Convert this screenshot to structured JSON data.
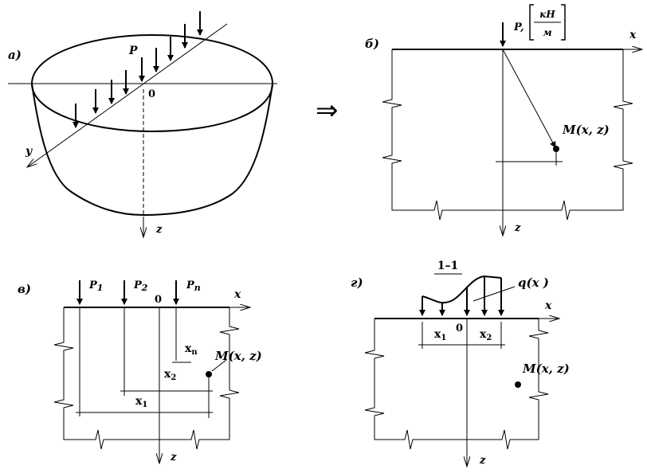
{
  "panel_a": {
    "label": "а)",
    "load": "P",
    "origin": "0",
    "axis_y": "y",
    "axis_z": "z"
  },
  "arrow_symbol": "⇒",
  "panel_b": {
    "label": "б)",
    "load_prefix": "P,",
    "unit_top": "кН",
    "unit_bottom": "м",
    "axis_x": "x",
    "axis_z": "z",
    "point": "M(x, z)"
  },
  "panel_v": {
    "label": "в)",
    "p1": "P",
    "p1_sub": "1",
    "p2": "P",
    "p2_sub": "2",
    "pn": "P",
    "pn_sub": "n",
    "origin": "0",
    "axis_x": "x",
    "axis_z": "z",
    "x1": "x",
    "x1_sub": "1",
    "x2": "x",
    "x2_sub": "2",
    "xn": "x",
    "xn_sub": "n",
    "point": "M(x, z)"
  },
  "panel_g": {
    "label": "г)",
    "section": "1–1",
    "load": "q(x )",
    "origin": "0",
    "axis_x": "x",
    "axis_z": "z",
    "x1": "x",
    "x1_sub": "1",
    "x2": "x",
    "x2_sub": "2",
    "point": "M(x, z)"
  }
}
